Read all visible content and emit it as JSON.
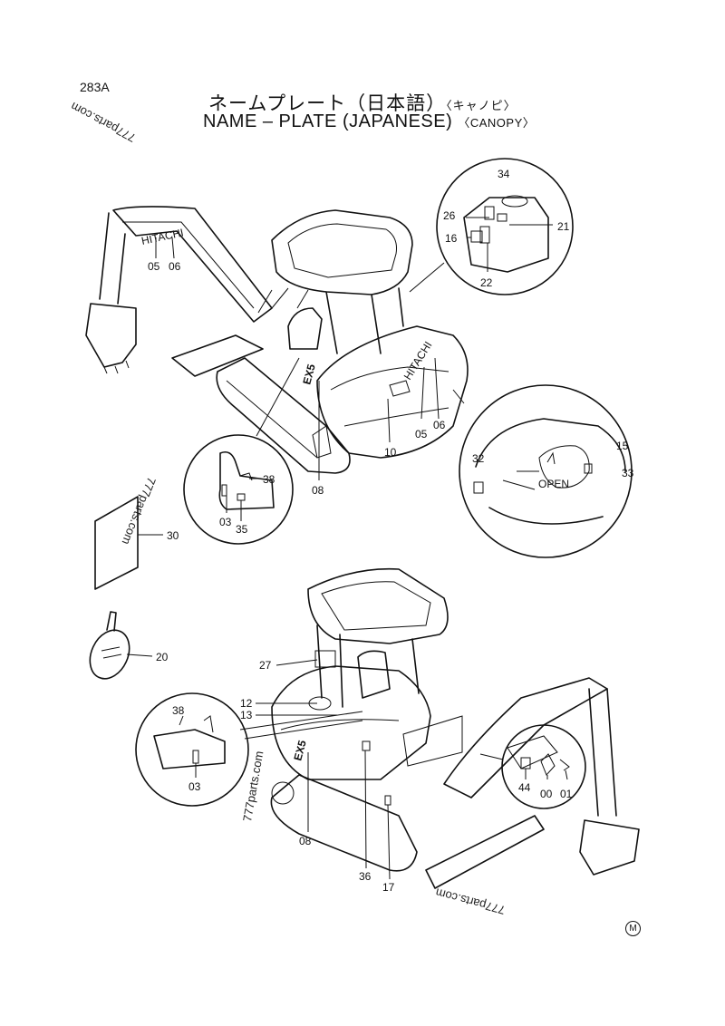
{
  "header": {
    "page_code": "283A",
    "title_japanese_main": "ネームプレート（日本語）",
    "title_japanese_sub": "〈キャノピ〉",
    "title_english_main": "NAME – PLATE  (JAPANESE)",
    "title_english_sub": "〈CANOPY〉"
  },
  "watermarks": {
    "top_left": "777parts.com",
    "mid_left": "777parts.com",
    "lower_left": "777parts.com",
    "bottom": "777parts.com"
  },
  "machine_text": {
    "boom_brand": "HITACHI",
    "body_brand": "HITACHI",
    "model_badge": "EX5",
    "open_label": "OPEN"
  },
  "part_labels": {
    "p05a": "05",
    "p06a": "06",
    "p05b": "05",
    "p06b": "06",
    "p10": "10",
    "p08a": "08",
    "p34": "34",
    "p26": "26",
    "p21": "21",
    "p16": "16",
    "p22": "22",
    "p32": "32",
    "p15": "15",
    "p33": "33",
    "p38a": "38",
    "p03a": "03",
    "p35": "35",
    "p30": "30",
    "p20": "20",
    "p27": "27",
    "p12": "12",
    "p13": "13",
    "p38b": "38",
    "p03b": "03",
    "p44": "44",
    "p00": "00",
    "p01": "01",
    "p08b": "08",
    "p36": "36",
    "p17": "17"
  },
  "footer_mark": "M"
}
